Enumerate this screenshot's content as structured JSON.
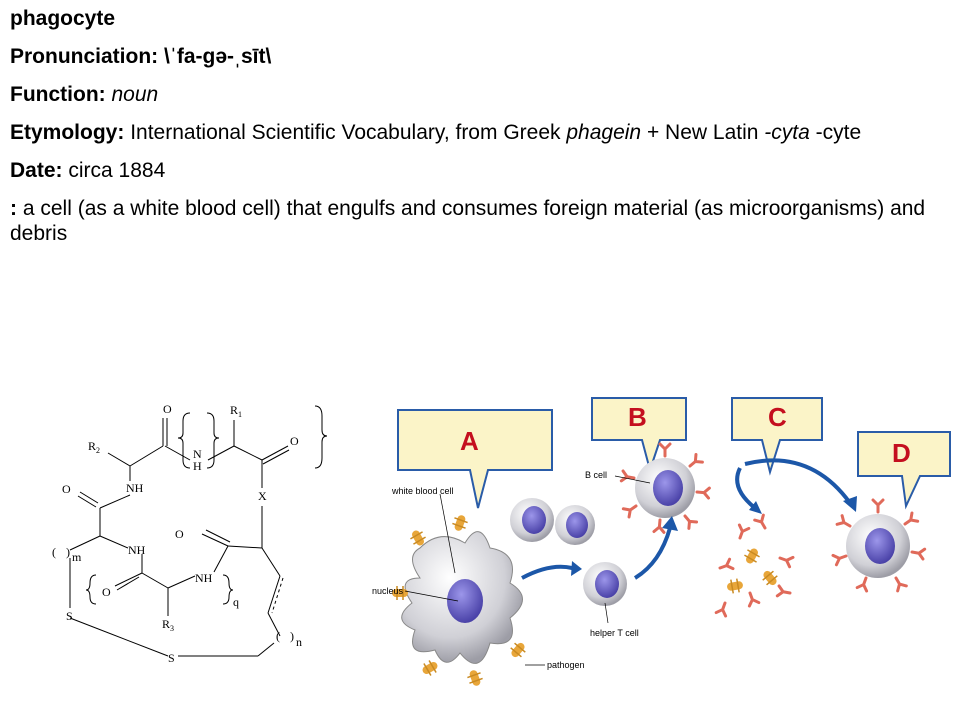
{
  "entry": {
    "headword": "phagocyte",
    "pronunciation_label": "Pronunciation:",
    "pronunciation": "\\ˈfa-gə-ˌsīt\\",
    "function_label": "Function:",
    "function": "noun",
    "etymology_label": "Etymology:",
    "etymology_part1": "International Scientific Vocabulary, from Greek",
    "etymology_word1": "phagein",
    "etymology_part2": "+ New Latin",
    "etymology_word2": "-cyta",
    "etymology_part3": "-cyte",
    "date_label": "Date:",
    "date": "circa 1884",
    "definition_marker": ":",
    "definition": "a cell (as a white blood cell) that engulfs and consumes foreign material (as microorganisms) and debris"
  },
  "chem_structure": {
    "labels": {
      "R1": "R",
      "R1_sub": "1",
      "R2": "R",
      "R2_sub": "2",
      "R3": "R",
      "R3_sub": "3",
      "O": "O",
      "NH": "NH",
      "N": "N",
      "H": "H",
      "X": "X",
      "S": "S",
      "m": "m",
      "n": "n",
      "q": "q",
      "paren_open": "(",
      "paren_close": ")"
    }
  },
  "immune_diagram": {
    "callouts": [
      "A",
      "B",
      "C",
      "D"
    ],
    "labels": {
      "white_blood_cell": "white blood cell",
      "b_cell": "B cell",
      "nucleus": "nucleus",
      "helper_t_cell": "helper T cell",
      "pathogen": "pathogen"
    },
    "colors": {
      "callout_fill": "#fbf4c8",
      "callout_stroke": "#2a5ca8",
      "callout_text": "#c40f1f",
      "nucleus": "#6a63c8",
      "cell": "#d8d8dc",
      "antibody": "#e06a5a",
      "pathogen": "#e8a63a",
      "arrow": "#1c57a8"
    }
  }
}
